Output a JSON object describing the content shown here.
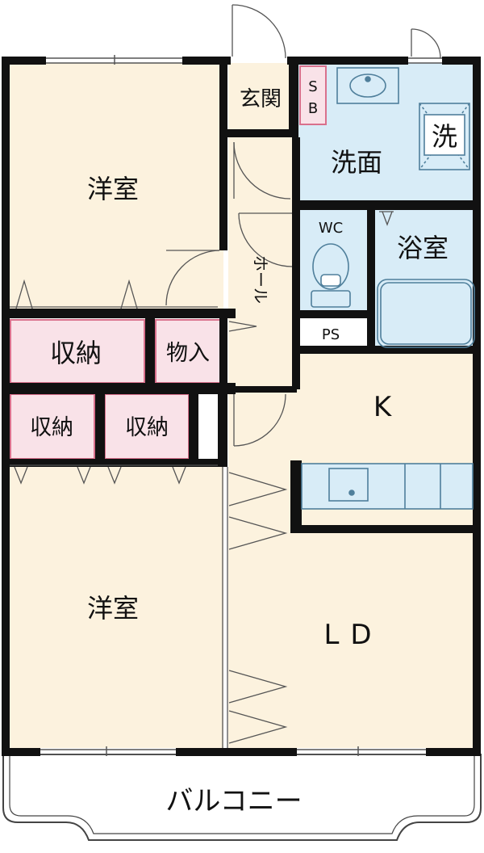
{
  "floor_plan": {
    "rooms": {
      "western_room_top": "洋室",
      "western_room_bottom": "洋室",
      "entrance": "玄関",
      "shoe_box_line1": "S",
      "shoe_box_line2": "B",
      "washroom": "洗面",
      "washer": "洗",
      "hall": "ホール",
      "wc": "WC",
      "bathroom": "浴室",
      "ps": "PS",
      "storage_top": "収納",
      "closet": "物入",
      "storage_left": "収納",
      "storage_right": "収納",
      "kitchen": "K",
      "living_dining": "LD",
      "balcony": "バルコニー"
    },
    "colors": {
      "room_fill": "#fcf2de",
      "storage_fill": "#f9e2e8",
      "storage_border": "#d9708c",
      "wet_area_fill": "#d8ecf7",
      "fixture_stroke": "#4f7f9b",
      "wall": "#111111",
      "balcony_fill": "#ffffff"
    }
  }
}
